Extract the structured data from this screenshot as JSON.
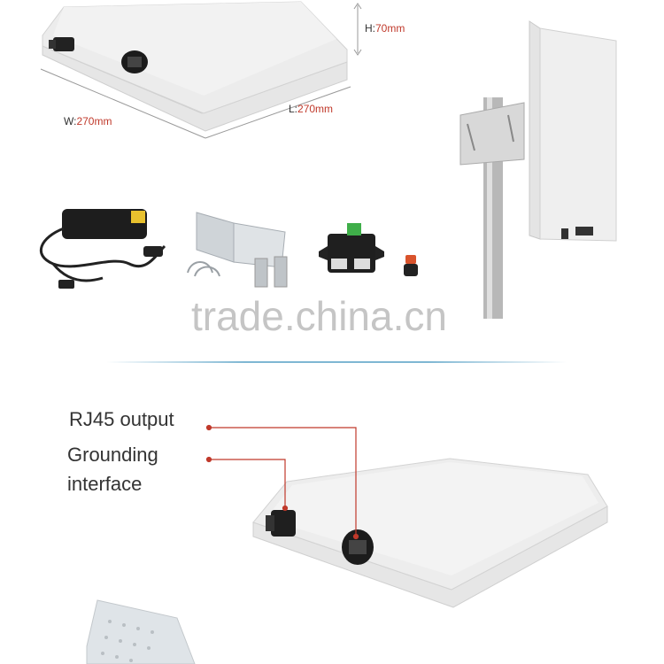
{
  "dimensions": {
    "height": {
      "prefix": "H:",
      "value": "70mm"
    },
    "width": {
      "prefix": "W:",
      "value": "270mm"
    },
    "length": {
      "prefix": "L:",
      "value": "270mm"
    }
  },
  "watermark": "trade.china.cn",
  "callouts": {
    "rj45": "RJ45 output",
    "grounding_line1": "Grounding",
    "grounding_line2": "interface"
  },
  "colors": {
    "callout_line": "#c0392b",
    "dim_value": "#c0392b",
    "divider": "#7fb7d3"
  }
}
